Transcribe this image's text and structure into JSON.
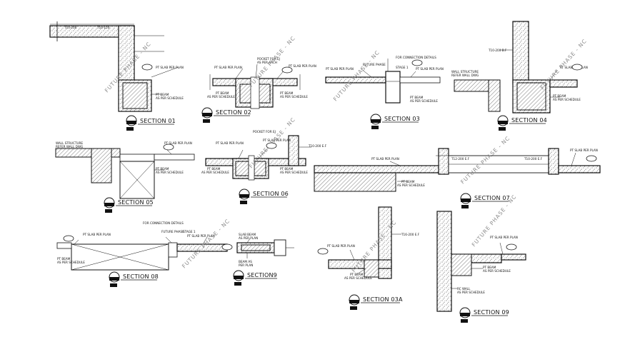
{
  "watermark": "FUTURE PHASE - NC",
  "sections": [
    {
      "id": "s01",
      "title": "SECTION 01",
      "notes": [
        "PT SLAB PER PLAN",
        "PT BEAM",
        "AS PER SCHEDULE",
        "T10-200",
        "T10-150"
      ]
    },
    {
      "id": "s02",
      "title": "SECTION 02",
      "notes": [
        "PT SLAB PER PLAN",
        "PT SLAB PER PLAN",
        "POCKET FOR EJ",
        "AS PER ARCH",
        "PT BEAM",
        "AS PER SCHEDULE",
        "PT BEAM",
        "AS PER SCHEDULE"
      ]
    },
    {
      "id": "s03",
      "title": "SECTION 03",
      "notes": [
        "PT SLAB PER PLAN",
        "FUTURE PHASE",
        "FOR CONNECTION DETAILS",
        "PT SLAB PER PLAN",
        "STAGE 1",
        "PT BEAM",
        "AS PER SCHEDULE"
      ]
    },
    {
      "id": "s04",
      "title": "SECTION 04",
      "notes": [
        "T10-200 B.F",
        "WALL STRUCTURE",
        "REFER WALL DWG",
        "PT SLAB PER PLAN",
        "PT BEAM",
        "AS PER SCHEDULE"
      ]
    },
    {
      "id": "s05",
      "title": "SECTION 05",
      "notes": [
        "WALL STRUCTURE",
        "REFER WALL DWG",
        "PT SLAB PER PLAN",
        "PT BEAM",
        "AS PER SCHEDULE"
      ]
    },
    {
      "id": "s06",
      "title": "SECTION 06",
      "notes": [
        "POCKET FOR EJ",
        "PT SLAB PER PLAN",
        "PT SLAB PER PLAN",
        "T10-200 E.F",
        "PT BEAM",
        "AS PER SCHEDULE",
        "PT BEAM",
        "AS PER SCHEDULE"
      ]
    },
    {
      "id": "s07",
      "title": "SECTION 07",
      "notes": [
        "PT SLAB PER PLAN",
        "PT BEAM",
        "AS PER SCHEDULE",
        "T12-200 E.F",
        "T10-200 E.F",
        "PT SLAB PER PLAN"
      ]
    },
    {
      "id": "s08",
      "title": "SECTION 08",
      "notes": [
        "FOR CONNECTION DETAILS",
        "FUTURE PHASE",
        "STAGE 1",
        "PT SLAB PER PLAN",
        "PT SLAB PER PLAN",
        "PT BEAM",
        "AS PER SCHEDULE"
      ]
    },
    {
      "id": "s09b",
      "title": "SECTION9",
      "notes": [
        "SLAB BEAM",
        "AS PER PLAN",
        "BEAM AS",
        "PER PLAN"
      ]
    },
    {
      "id": "s03a",
      "title": "SECTION 03A",
      "notes": [
        "T16-200 E.F",
        "PT SLAB PER PLAN",
        "PT BEAM",
        "AS PER SCHEDULE"
      ]
    },
    {
      "id": "s09",
      "title": "SECTION 09",
      "notes": [
        "PT SLAB PER PLAN",
        "PT BEAM",
        "AS PER SCHEDULE",
        "RC WALL",
        "AS PER SCHEDULE"
      ]
    }
  ]
}
